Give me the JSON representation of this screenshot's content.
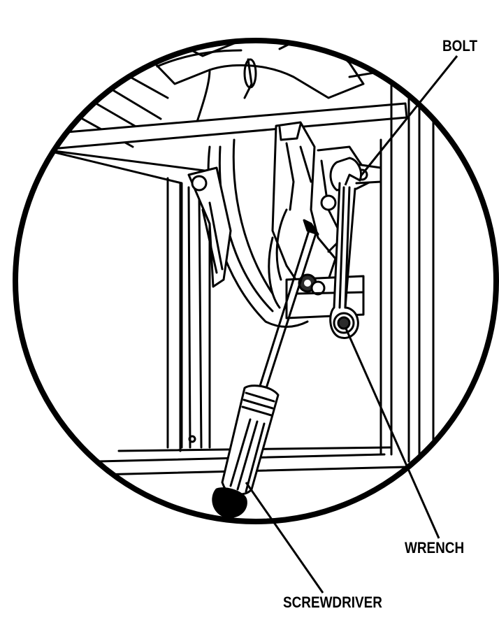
{
  "diagram": {
    "callouts": {
      "bolt": "BOLT",
      "wrench": "WRENCH",
      "screwdriver": "SCREWDRIVER"
    },
    "colors": {
      "ink": "#000000",
      "paper": "#ffffff",
      "shade": "#2b2b2b"
    }
  }
}
